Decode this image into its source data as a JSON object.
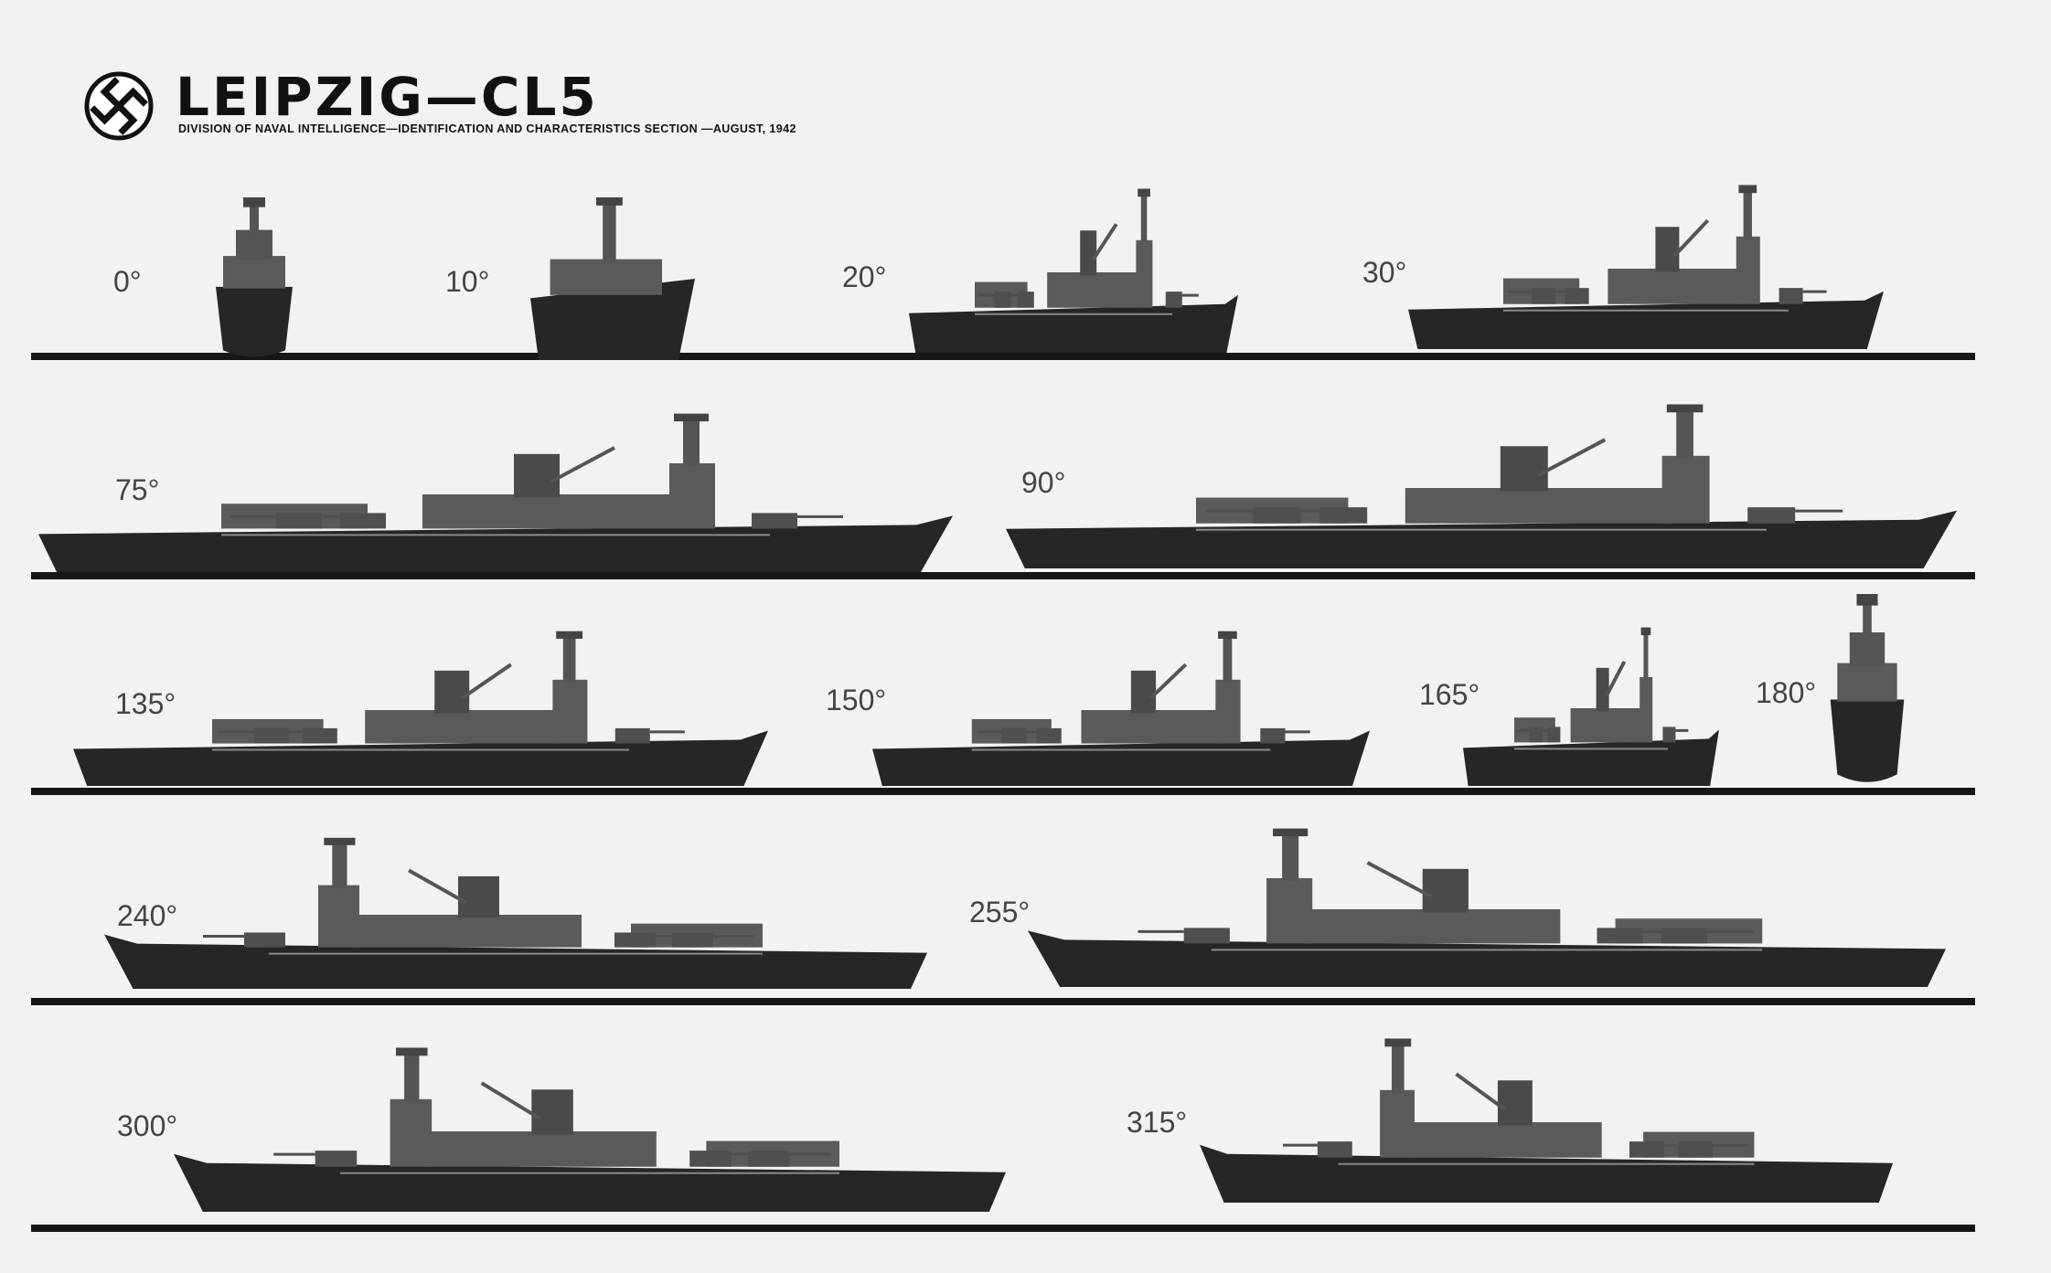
{
  "header": {
    "emblem": "swastika-emblem",
    "title": "LEIPZIG—CL5",
    "subtitle": "DIVISION OF NAVAL INTELLIGENCE—IDENTIFICATION AND CHARACTERISTICS SECTION —AUGUST, 1942"
  },
  "views": [
    {
      "label": "0°"
    },
    {
      "label": "10°"
    },
    {
      "label": "20°"
    },
    {
      "label": "30°"
    },
    {
      "label": "75°"
    },
    {
      "label": "90°"
    },
    {
      "label": "135°"
    },
    {
      "label": "150°"
    },
    {
      "label": "165°"
    },
    {
      "label": "180°"
    },
    {
      "label": "240°"
    },
    {
      "label": "255°"
    },
    {
      "label": "300°"
    },
    {
      "label": "315°"
    }
  ],
  "colors": {
    "paper": "#f2f2f0",
    "hull": "#262626",
    "superstructure": "#5a5a5a",
    "rule": "#161616",
    "label": "#444444"
  }
}
